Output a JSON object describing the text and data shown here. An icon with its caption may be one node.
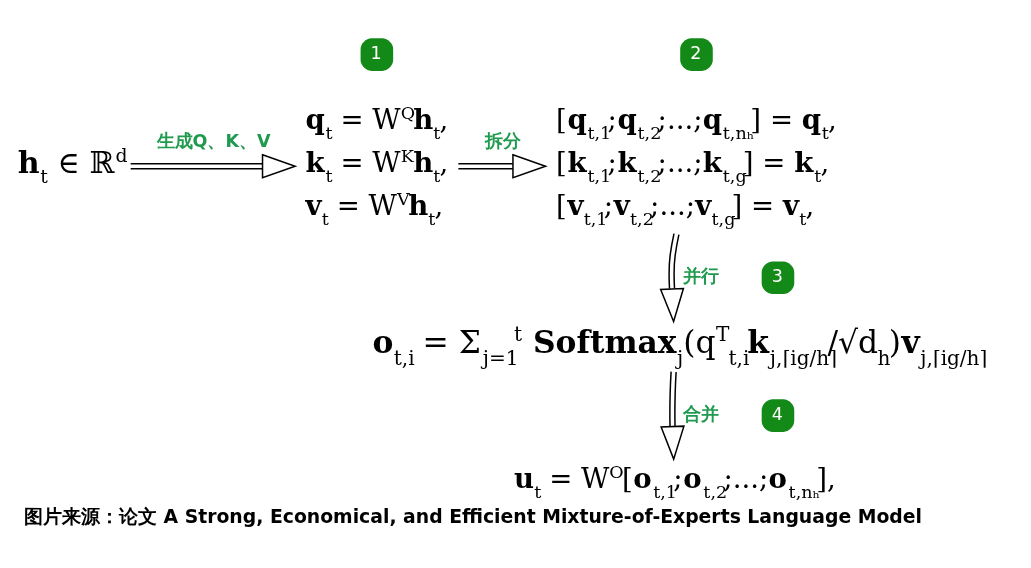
{
  "diagram": {
    "caption": "图片来源：论文 A Strong, Economical, and Efficient Mixture-of-Experts Language Model",
    "nodes": [
      {
        "text": [
          "**h**$_{t}$ ∈ ℝ$^{d}$"
        ]
      },
      {
        "text": [
          "**q**$_{t}$ = W$^{Q}$**h**$_{t}$,",
          "**k**$_{t}$ = W$^{K}$**h**$_{t}$,",
          "**v**$_{t}$ = W$^{V}$**h**$_{t}$,"
        ]
      },
      {
        "text": [
          "[**q**$_{t,1}$;**q**$_{t,2}$;...;**q**$_{t,nₕ}$] = **q**$_{t}$,",
          "[**k**$_{t,1}$;**k**$_{t,2}$;...;**k**$_{t,g}$] = **k**$_{t}$,",
          "[**v**$_{t,1}$;**v**$_{t,2}$;...;**v**$_{t,g}$] = **v**$_{t}$,"
        ]
      },
      {
        "text": [
          "**o**$_{t,i}$ = Σ$_{j=1}$$^{t}$ **Softmax**$_{j}$(q$^{T}$$_{t,i}$**k**$_{j,⌈ig/h⌉}$/√d$_{h}$)**v**$_{j,⌈ig/h⌉}$"
        ]
      },
      {
        "text": [
          "**u**$_{t}$ = W$^{O}$[**o**$_{t,1}$;**o**$_{t,2}$;...;**o**$_{t,nₕ}$],"
        ]
      }
    ],
    "edges": [
      {
        "from": 0,
        "to": 1,
        "arrow": "to",
        "label": "生成Q、K、V"
      },
      {
        "from": 1,
        "to": 2,
        "arrow": "to",
        "label": "拆分"
      },
      {
        "from": 2,
        "to": 3,
        "arrow": "to",
        "label": "并行"
      },
      {
        "from": 3,
        "to": 4,
        "arrow": "to",
        "label": "合并"
      }
    ],
    "labels": [
      "1",
      "2",
      "3",
      "4"
    ]
  }
}
